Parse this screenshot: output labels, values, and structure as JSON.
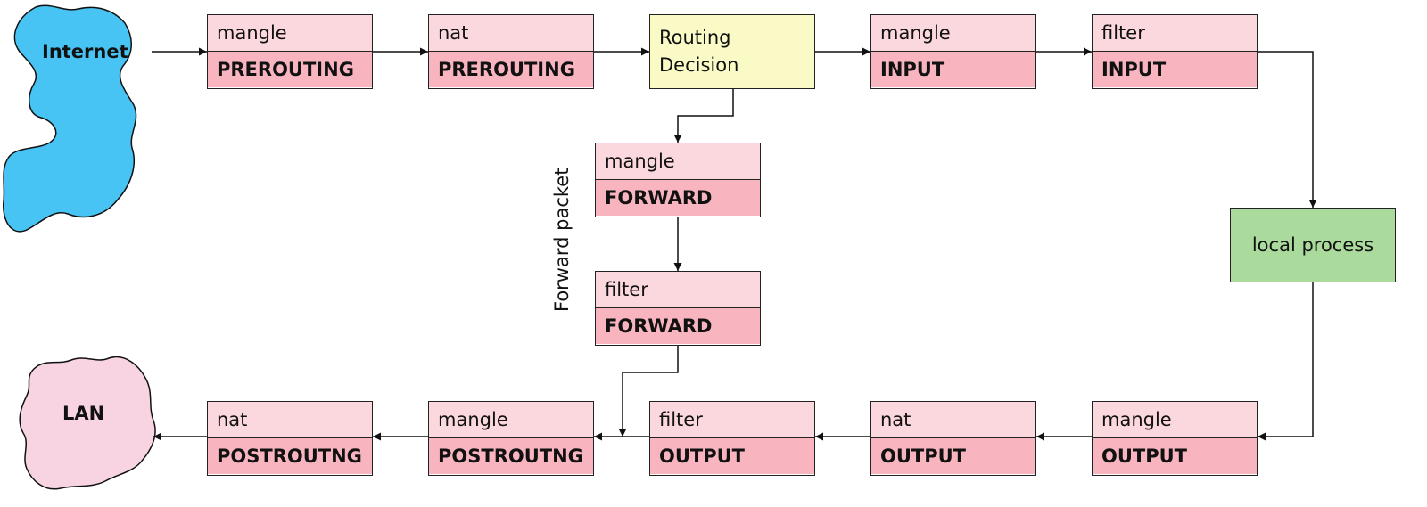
{
  "clouds": {
    "internet": {
      "label": "Internet",
      "color": "#47c4f3"
    },
    "lan": {
      "label": "LAN",
      "color": "#f8d3e2"
    }
  },
  "chains": {
    "mangle_prerouting": {
      "table": "mangle",
      "chain": "PREROUTING"
    },
    "nat_prerouting": {
      "table": "nat",
      "chain": "PREROUTING"
    },
    "mangle_input": {
      "table": "mangle",
      "chain": "INPUT"
    },
    "filter_input": {
      "table": "filter",
      "chain": "INPUT"
    },
    "mangle_forward": {
      "table": "mangle",
      "chain": "FORWARD"
    },
    "filter_forward": {
      "table": "filter",
      "chain": "FORWARD"
    },
    "nat_postrouting": {
      "table": "nat",
      "chain": "POSTROUTNG"
    },
    "mangle_postrouting": {
      "table": "mangle",
      "chain": "POSTROUTNG"
    },
    "filter_output": {
      "table": "filter",
      "chain": "OUTPUT"
    },
    "nat_output": {
      "table": "nat",
      "chain": "OUTPUT"
    },
    "mangle_output": {
      "table": "mangle",
      "chain": "OUTPUT"
    }
  },
  "routing_decision": {
    "line1": "Routing",
    "line2": "Decision"
  },
  "local_process": {
    "label": "local process"
  },
  "forward_label": "Forward packet",
  "colors": {
    "table_header": "#fbd8de",
    "chain_row": "#f8b5bf",
    "routing": "#fafac7",
    "local": "#aadb9d"
  }
}
